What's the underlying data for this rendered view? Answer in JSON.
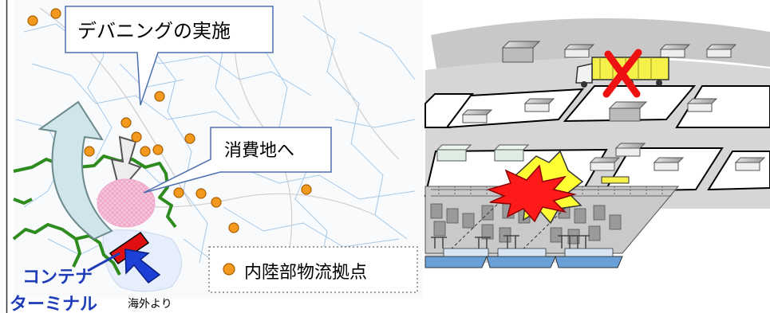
{
  "labels": {
    "devanning": "デバニングの実施",
    "to_consumption": "消費地へ",
    "legend_inland_hub": "内陸部物流拠点",
    "container_line1": "コンテナ",
    "container_line2": "ターミナル",
    "from_overseas": "海外より"
  },
  "icons": {
    "inland_hub": "orange-dot-icon",
    "import_arrow": "blue-arrow-icon",
    "blocked_truck": "red-x-icon",
    "collision": "burst-icon"
  },
  "colors": {
    "hub_dot": "#f39a1e",
    "river": "#2e8b1e",
    "terminal_text": "#1f3db8",
    "import_arrow": "#1c3fd6",
    "terminal_bar": "#e01010",
    "cross": "#ee1111",
    "burst": "#ff1a1a",
    "burst_back": "#ffff33",
    "truck": "#f5f04a",
    "ship_hull": "#6aa0d8",
    "road": "#c8c8c8"
  }
}
